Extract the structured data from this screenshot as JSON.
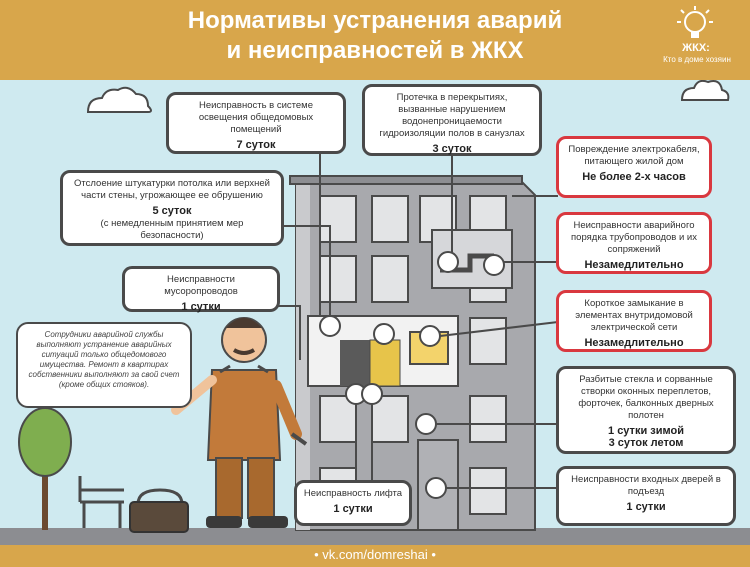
{
  "header": {
    "title_line1": "Нормативы устранения аварий",
    "title_line2": "и неисправностей в ЖКХ",
    "logo_name": "ЖКХ:",
    "logo_sub": "Кто в доме хозяин"
  },
  "footer": {
    "link": "• vk.com/domreshai •"
  },
  "speech": "Сотрудники аварийной службы выполняют устранение аварийных ситуаций только общедомового имущества. Ремонт в квартирах собственники выполняют за свой счет (кроме общих стояков).",
  "boxes": {
    "lighting": {
      "text": "Неисправность в системе освещения общедомовых помещений",
      "term": "7 суток"
    },
    "leak": {
      "text": "Протечка в перекрытиях, вызванные нарушением водонепроницаемости гидроизоляции полов в санузлах",
      "term": "3 суток"
    },
    "plaster": {
      "text": "Отслоение штукатурки потолка или верхней части стены, угрожающее ее обрушению",
      "term": "5 суток",
      "note": "(с немедленным принятием мер безопасности)"
    },
    "garbage": {
      "text": "Неисправности мусоропроводов",
      "term": "1 сутки"
    },
    "cable": {
      "text": "Повреждение электрокабеля, питающего жилой дом",
      "term": "Не более 2-х часов"
    },
    "pipes": {
      "text": "Неисправности аварийного порядка трубопроводов и их сопряжений",
      "term": "Незамедлительно"
    },
    "short": {
      "text": "Короткое замыкание в элементах внутридомовой электрической сети",
      "term": "Незамедлительно"
    },
    "glass": {
      "text": "Разбитые стекла и сорванные створки оконных переплетов, форточек, балконных дверных полотен",
      "term": "1 сутки зимой",
      "term2": "3 суток летом"
    },
    "lift": {
      "text": "Неисправность лифта",
      "term": "1 сутки"
    },
    "doors": {
      "text": "Неисправности входных дверей в подъезд",
      "term": "1 сутки"
    }
  },
  "colors": {
    "header": "#d8a64b",
    "sky": "#cfeaf0",
    "building": "#a8a9ad",
    "alert": "#d9383f",
    "outline": "#4a4a4a"
  }
}
